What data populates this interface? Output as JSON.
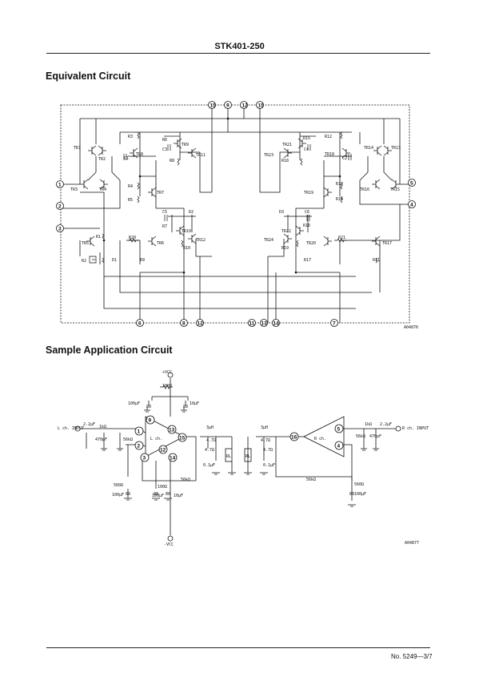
{
  "header": {
    "part_number": "STK401-250"
  },
  "sections": {
    "equivalent_circuit": {
      "title": "Equivalent Circuit"
    },
    "sample_application": {
      "title": "Sample Application Circuit"
    }
  },
  "footer": {
    "doc_number": "No. 5249—3/7"
  },
  "equivalent_circuit": {
    "top_pins": [
      "15",
      "9",
      "12",
      "15"
    ],
    "bottom_pins": [
      "6",
      "8",
      "12",
      "11",
      "13",
      "14",
      "7"
    ],
    "left_pins": [
      "1",
      "2",
      "3"
    ],
    "right_pins": [
      "5",
      "4"
    ],
    "transistors_left": [
      "TR1",
      "TR2",
      "TR3",
      "TR4",
      "TR5",
      "TR6",
      "TR7",
      "TR8",
      "TR9",
      "TR10",
      "TR11",
      "TR12"
    ],
    "transistors_right": [
      "TR13",
      "TR14",
      "TR15",
      "TR16",
      "TR17",
      "TR18",
      "TR19",
      "TR20",
      "TR21",
      "TR22",
      "TR23",
      "TR24"
    ],
    "resistors_left": [
      "R1",
      "R2",
      "R3",
      "R4",
      "R5",
      "R6",
      "R7",
      "R8",
      "R9",
      "R10",
      "R20"
    ],
    "resistors_right": [
      "R11",
      "R12",
      "R13",
      "R14",
      "R15",
      "R16",
      "R17",
      "R18",
      "R19",
      "R21"
    ],
    "capacitors": [
      "C1",
      "C2",
      "C3",
      "C4",
      "C5",
      "C6"
    ],
    "diodes": [
      "D1",
      "D2",
      "D3"
    ],
    "fig_code": "A04876"
  },
  "application_circuit": {
    "vcc_pos": "+VCC",
    "vcc_neg": "-VCC",
    "left_input": "L ch.\nINPUT",
    "right_input": "R ch.\nINPUT",
    "left_amp": "L ch.",
    "right_amp": "R ch.",
    "values": {
      "c_input": "2.2μF",
      "r_input": "1kΩ",
      "c_470": "470pF",
      "r_56k": "56kΩ",
      "r_100": "100Ω",
      "c_100u": "100μF",
      "c_10u": "10μF",
      "r_560": "560Ω",
      "l_3u": "3μH",
      "r_47": "4.7Ω",
      "c_01": "0.1μF",
      "rl": "RL"
    },
    "pins_left": [
      "9",
      "1",
      "2",
      "3",
      "13",
      "15",
      "12",
      "14"
    ],
    "pins_right": [
      "5",
      "4",
      "16"
    ],
    "fig_code": "A04877"
  }
}
